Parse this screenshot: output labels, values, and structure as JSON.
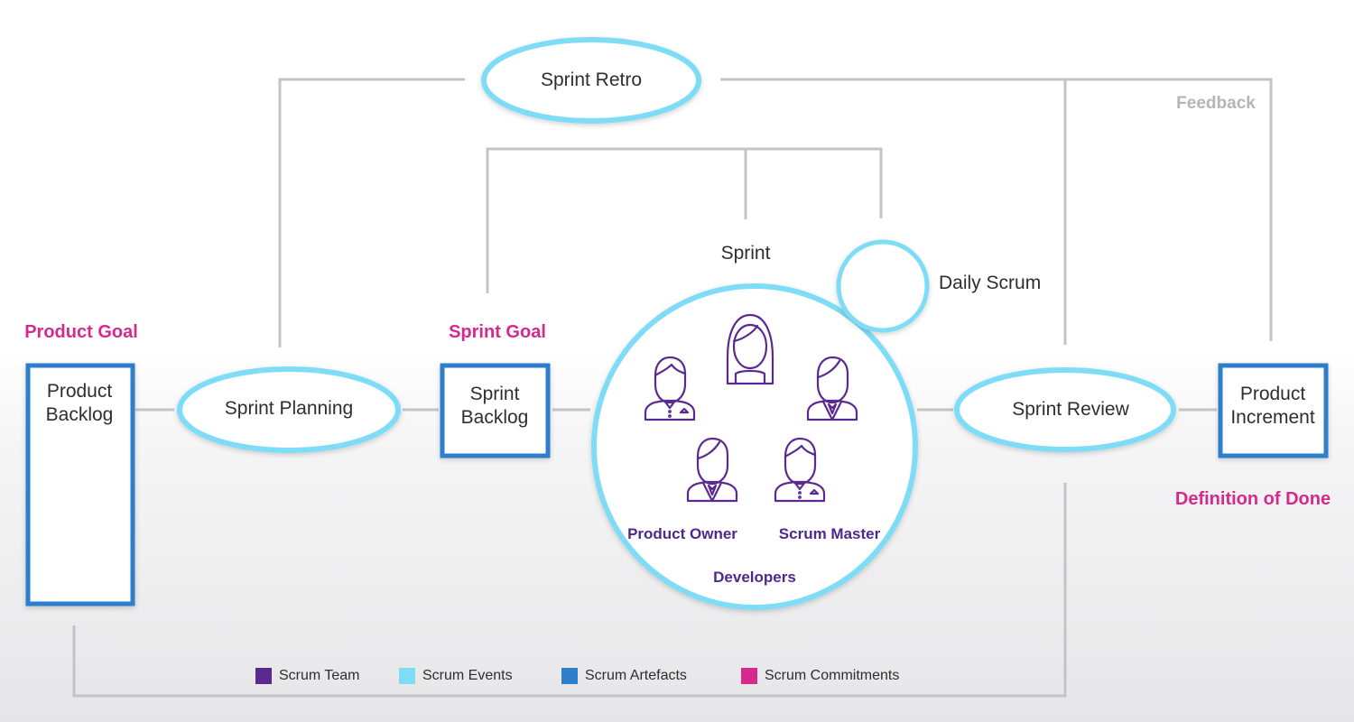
{
  "diagram": {
    "events": {
      "sprint_retro": "Sprint Retro",
      "sprint_planning": "Sprint Planning",
      "sprint_review": "Sprint Review",
      "daily_scrum": "Daily Scrum",
      "sprint": "Sprint"
    },
    "artefacts": {
      "product_backlog": "Product Backlog",
      "sprint_backlog": "Sprint Backlog",
      "product_increment": "Product Increment"
    },
    "commitments": {
      "product_goal": "Product Goal",
      "sprint_goal": "Sprint Goal",
      "definition_of_done": "Definition of Done"
    },
    "roles": {
      "product_owner": "Product Owner",
      "scrum_master": "Scrum Master",
      "developers": "Developers"
    },
    "feedback": "Feedback"
  },
  "legend": [
    {
      "label": "Scrum Team",
      "color": "#5b2a91"
    },
    {
      "label": "Scrum Events",
      "color": "#7fdcf7"
    },
    {
      "label": "Scrum Artefacts",
      "color": "#2d7fcb"
    },
    {
      "label": "Scrum Commitments",
      "color": "#d6298c"
    }
  ],
  "colors": {
    "connector": "#c4c4c4",
    "event_border": "#7fdcf7",
    "artefact_border": "#2d7fcb",
    "team": "#5b2a91",
    "commitment": "#d6298c",
    "feedback": "#b5b5b5"
  }
}
